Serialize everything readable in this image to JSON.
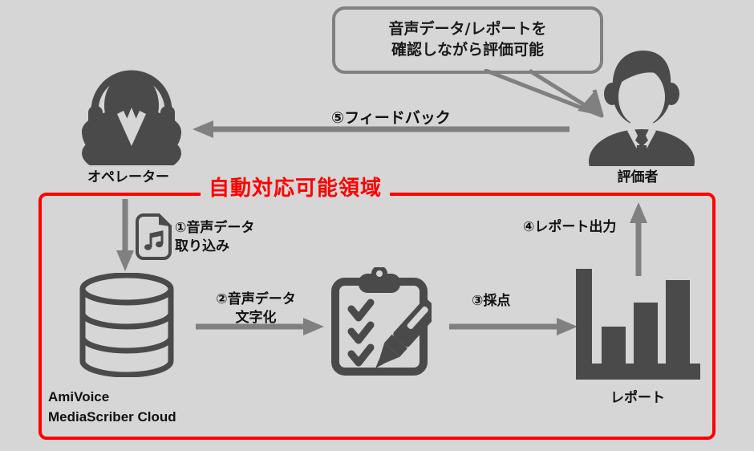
{
  "diagram": {
    "title_region": "自動対応可能領域",
    "speech_bubble": "音声データ/レポートを\n確認しながら評価可能",
    "actors": {
      "operator_label": "オペレーター",
      "evaluator_label": "評価者"
    },
    "systems": {
      "amivoice_label": "AmiVoice\nMediaScriber Cloud",
      "report_label": "レポート"
    },
    "steps": [
      {
        "id": "1",
        "label": "①音声データ\n取り込み"
      },
      {
        "id": "2",
        "label": "②音声データ\n文字化"
      },
      {
        "id": "3",
        "label": "③採点"
      },
      {
        "id": "4",
        "label": "④レポート出力"
      },
      {
        "id": "5",
        "label": "⑤フィードバック"
      }
    ],
    "colors": {
      "background": "#d6d6d6",
      "accent_red": "#ff0000",
      "icon_dark": "#4a4a4a",
      "arrow_gray": "#808080",
      "text_dark": "#111111"
    }
  }
}
